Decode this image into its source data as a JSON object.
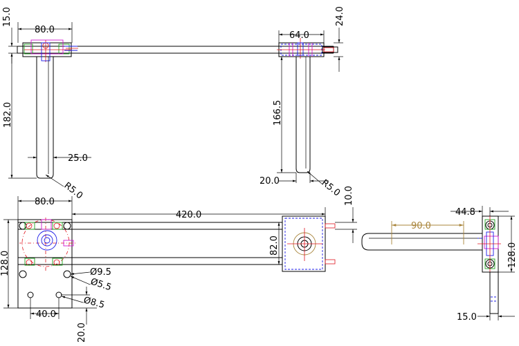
{
  "dimensions": {
    "top_left_15": "15.0",
    "top_left_80": "80.0",
    "top_left_182": "182.0",
    "top_left_25": "25.0",
    "top_left_r5": "R5.0",
    "top_right_64": "64.0",
    "top_right_24": "24.0",
    "top_right_166": "166.5",
    "top_right_20": "20.0",
    "top_right_r5": "R5.0",
    "front_80": "80.0",
    "front_420": "420.0",
    "front_10": "10.0",
    "front_128": "128.0",
    "front_82": "82.0",
    "front_d95": "Ø9.5",
    "front_d55": "Ø5.5",
    "front_d85": "Ø8.5",
    "front_40": "40.0",
    "front_20": "20.0",
    "side_448": "44.8",
    "side_90": "90.0",
    "side_128": "128.0",
    "side_15": "15.0"
  },
  "colors": {
    "line": "#000000",
    "red": "#e0141e",
    "blue": "#1a1ae6",
    "magenta": "#d01cd0",
    "green": "#1fa31f",
    "tan": "#a8843a"
  }
}
